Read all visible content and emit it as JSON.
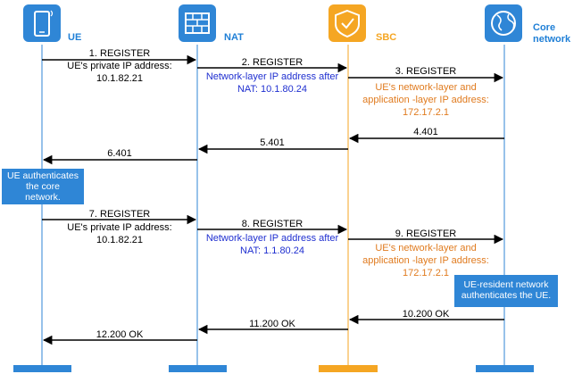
{
  "entities": {
    "ue": {
      "name": "UE",
      "color": "#1f7fd6"
    },
    "nat": {
      "name": "NAT",
      "color": "#1f7fd6"
    },
    "sbc": {
      "name": "SBC",
      "color": "#f5a623"
    },
    "core": {
      "name_line1": "Core",
      "name_line2": "network",
      "color": "#1f7fd6"
    }
  },
  "messages": [
    {
      "label": "1. REGISTER",
      "from": "UE",
      "to": "NAT"
    },
    {
      "label": "2. REGISTER",
      "from": "NAT",
      "to": "SBC"
    },
    {
      "label": "3. REGISTER",
      "from": "SBC",
      "to": "Core network"
    },
    {
      "label": "4.401",
      "from": "Core network",
      "to": "SBC"
    },
    {
      "label": "5.401",
      "from": "SBC",
      "to": "NAT"
    },
    {
      "label": "6.401",
      "from": "NAT",
      "to": "UE"
    },
    {
      "label": "7. REGISTER",
      "from": "UE",
      "to": "NAT"
    },
    {
      "label": "8. REGISTER",
      "from": "NAT",
      "to": "SBC"
    },
    {
      "label": "9. REGISTER",
      "from": "SBC",
      "to": "Core network"
    },
    {
      "label": "10.200 OK",
      "from": "Core network",
      "to": "SBC"
    },
    {
      "label": "11.200 OK",
      "from": "SBC",
      "to": "NAT"
    },
    {
      "label": "12.200 OK",
      "from": "NAT",
      "to": "UE"
    }
  ],
  "annotations": {
    "ue_ip_1": [
      "UE's private IP address:",
      "10.1.82.21"
    ],
    "nat_ip_1": [
      "Network-layer IP address after",
      "NAT: 10.1.80.24"
    ],
    "sbc_ip_1": [
      "UE's network-layer and",
      "application -layer IP address:",
      "172.17.2.1"
    ],
    "ue_ip_2": [
      "UE's private IP address:",
      "10.1.82.21"
    ],
    "nat_ip_2": [
      "Network-layer IP address after",
      "NAT: 1.1.80.24"
    ],
    "sbc_ip_2": [
      "UE's network-layer and",
      "application -layer IP address:",
      "172.17.2.1"
    ]
  },
  "notes": {
    "ue_auth": [
      "UE authenticates",
      "the core",
      "network."
    ],
    "core_auth": [
      "UE-resident network",
      "authenticates the UE."
    ]
  },
  "colors": {
    "accent_blue": "#2f86d6",
    "sbc_orange": "#f5a623",
    "text_blue": "#1f2fd0",
    "text_orange": "#e07b1f"
  }
}
